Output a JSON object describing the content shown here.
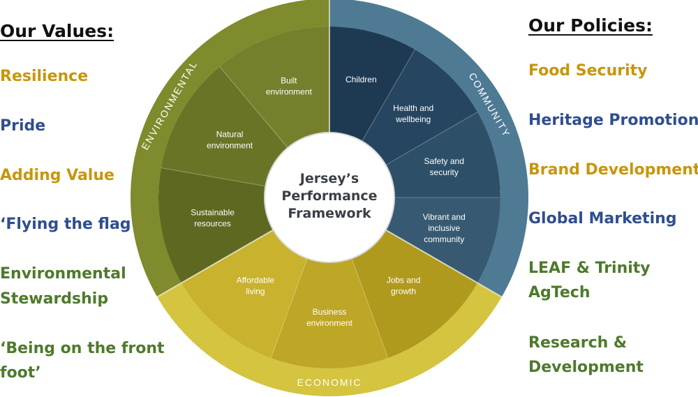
{
  "values_heading": "Our Values:",
  "values": [
    {
      "text": "Resilience",
      "color": "#c8960c"
    },
    {
      "text": "Pride",
      "color": "#2f4e8f"
    },
    {
      "text": "Adding Value",
      "color": "#c8960c"
    },
    {
      "text": "‘Flying the flag’",
      "color": "#2f4e8f"
    },
    {
      "text": "Environmental",
      "color": "#4e7a2c"
    },
    {
      "text": "Stewardship",
      "color": "#4e7a2c"
    },
    {
      "text": "‘Being on the front",
      "color": "#4e7a2c"
    },
    {
      "text": "foot’",
      "color": "#4e7a2c"
    }
  ],
  "policies_heading": "Our Policies:",
  "policies": [
    {
      "text": "Food Security",
      "color": "#c8960c"
    },
    {
      "text": "Heritage Promotion",
      "color": "#2f4e8f"
    },
    {
      "text": "Brand Development",
      "color": "#c8960c"
    },
    {
      "text": "Global Marketing",
      "color": "#2f4e8f"
    },
    {
      "text": "LEAF & Trinity",
      "color": "#4e7a2c"
    },
    {
      "text": "AgTech",
      "color": "#4e7a2c"
    },
    {
      "text": "Research &",
      "color": "#4e7a2c"
    },
    {
      "text": "Development",
      "color": "#4e7a2c"
    }
  ],
  "wheel": {
    "center": [
      "Jersey’s",
      "Performance",
      "Framework"
    ],
    "rings": {
      "environmental": "ENVIRONMENTAL",
      "community": "COMMUNITY",
      "economic": "ECONOMIC"
    },
    "segments": {
      "built_environment": [
        "Built",
        "environment"
      ],
      "natural_environment": [
        "Natural",
        "environment"
      ],
      "sustainable_resources": [
        "Sustainable",
        "resources"
      ],
      "children": [
        "Children"
      ],
      "health_wellbeing": [
        "Health and",
        "wellbeing"
      ],
      "safety_security": [
        "Safety and",
        "security"
      ],
      "vibrant_community": [
        "Vibrant and",
        "inclusive",
        "community"
      ],
      "jobs_growth": [
        "Jobs and",
        "growth"
      ],
      "business_environment": [
        "Business",
        "environment"
      ],
      "affordable_living": [
        "Affordable",
        "living"
      ]
    },
    "colors": {
      "environmental_ring": "#7f8b2c",
      "community_ring": "#4e7a94",
      "economic_ring": "#d4c440",
      "built": "#76802c",
      "natural": "#6a7426",
      "sustainable": "#5e6820",
      "children": "#1e3a52",
      "health": "#264560",
      "safety": "#2d5068",
      "vibrant": "#375a72",
      "jobs": "#b09a1e",
      "business": "#bea626",
      "affordable": "#c8b22e"
    }
  }
}
